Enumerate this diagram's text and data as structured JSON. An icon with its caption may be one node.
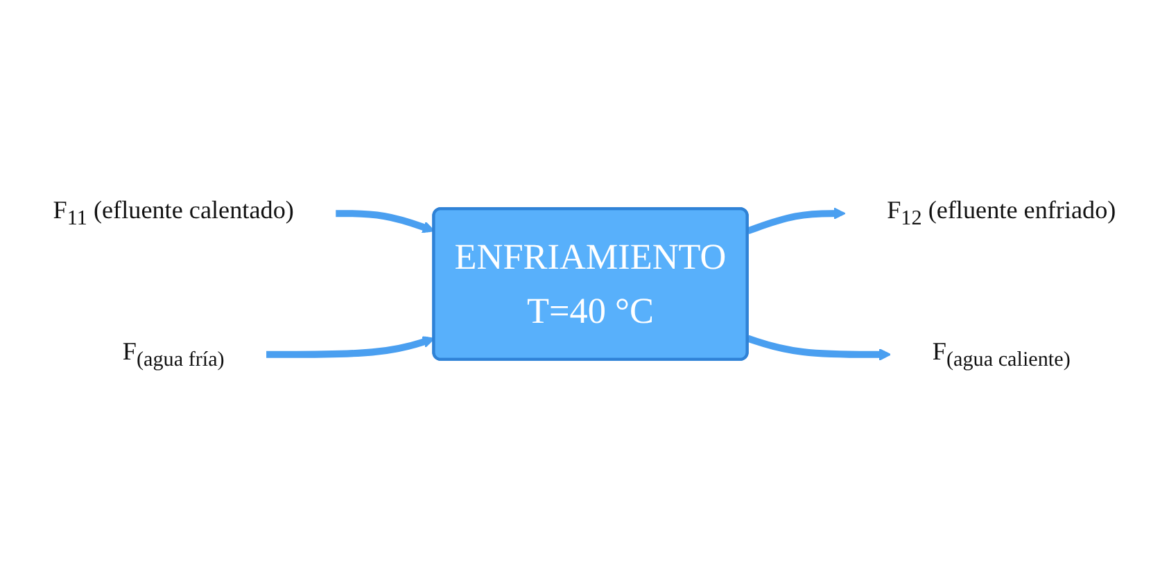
{
  "diagram": {
    "nodes": [
      {
        "text": [
          "ENFRIAMIENTO",
          "T=40 °C"
        ]
      },
      {
        "text": [
          "F$_{11}$ (efluente calentado)"
        ]
      },
      {
        "text": [
          "F$_{(agua fría)}$"
        ]
      },
      {
        "text": [
          "F$_{12}$ (efluente enfriado)"
        ]
      },
      {
        "text": [
          "F$_{(agua caliente)}$"
        ]
      }
    ],
    "edges": [
      {
        "from": 1,
        "to": 0,
        "arrow": "to"
      },
      {
        "from": 2,
        "to": 0,
        "arrow": "to"
      },
      {
        "from": 0,
        "to": 3,
        "arrow": "to"
      },
      {
        "from": 0,
        "to": 4,
        "arrow": "to"
      }
    ]
  }
}
